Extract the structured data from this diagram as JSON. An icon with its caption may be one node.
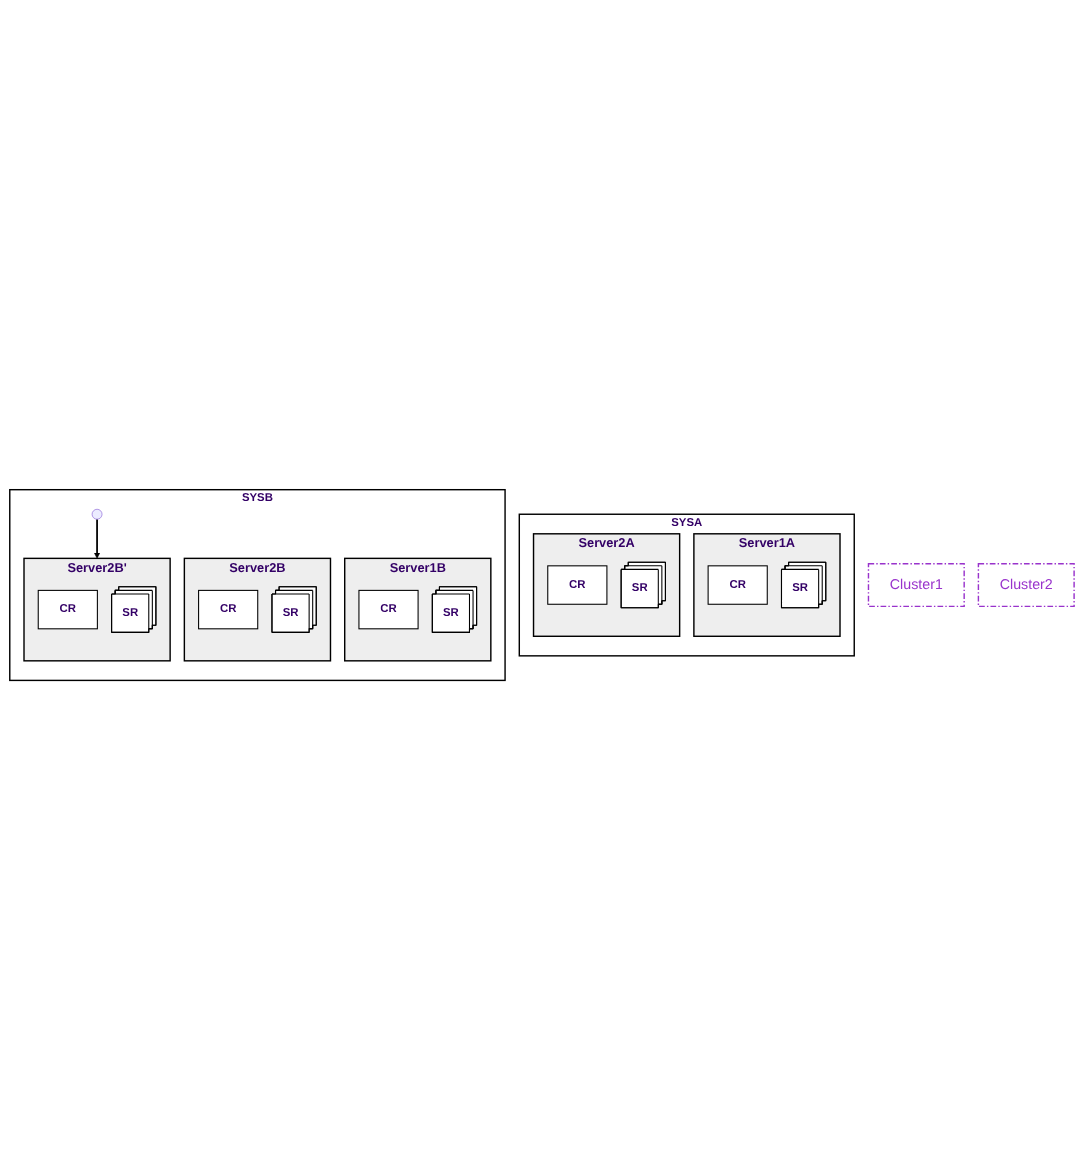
{
  "diagram": {
    "nodes": [
      {
        "text": [
          "SYSA"
        ]
      },
      {
        "text": [
          "Server1A"
        ],
        "in": 0
      },
      {
        "text": [
          "CR"
        ],
        "in": 1
      },
      {
        "text": [
          "SR"
        ],
        "in": 1
      },
      {
        "text": [
          "Server2A"
        ],
        "in": 0
      },
      {
        "text": [
          "CR"
        ],
        "in": 4
      },
      {
        "text": [
          "SR"
        ],
        "in": 4
      },
      {
        "text": [
          "SYSB"
        ]
      },
      {
        "text": [
          "Server1B"
        ],
        "in": 7
      },
      {
        "text": [
          "CR"
        ],
        "in": 8
      },
      {
        "text": [
          "SR"
        ],
        "in": 8
      },
      {
        "text": [
          "Server2B"
        ],
        "in": 7
      },
      {
        "text": [
          "CR"
        ],
        "in": 11
      },
      {
        "text": [
          "SR"
        ],
        "in": 11
      },
      {
        "text": [
          "Server2B'"
        ],
        "in": 7
      },
      {
        "text": [
          "CR"
        ],
        "in": 14
      },
      {
        "text": [
          "SR"
        ],
        "in": 14
      },
      {
        "text": [
          "Cluster1"
        ]
      },
      {
        "text": [
          "Cluster2"
        ]
      }
    ],
    "edges": [
      {
        "from": null,
        "to": 14,
        "arrow": "to"
      }
    ]
  }
}
